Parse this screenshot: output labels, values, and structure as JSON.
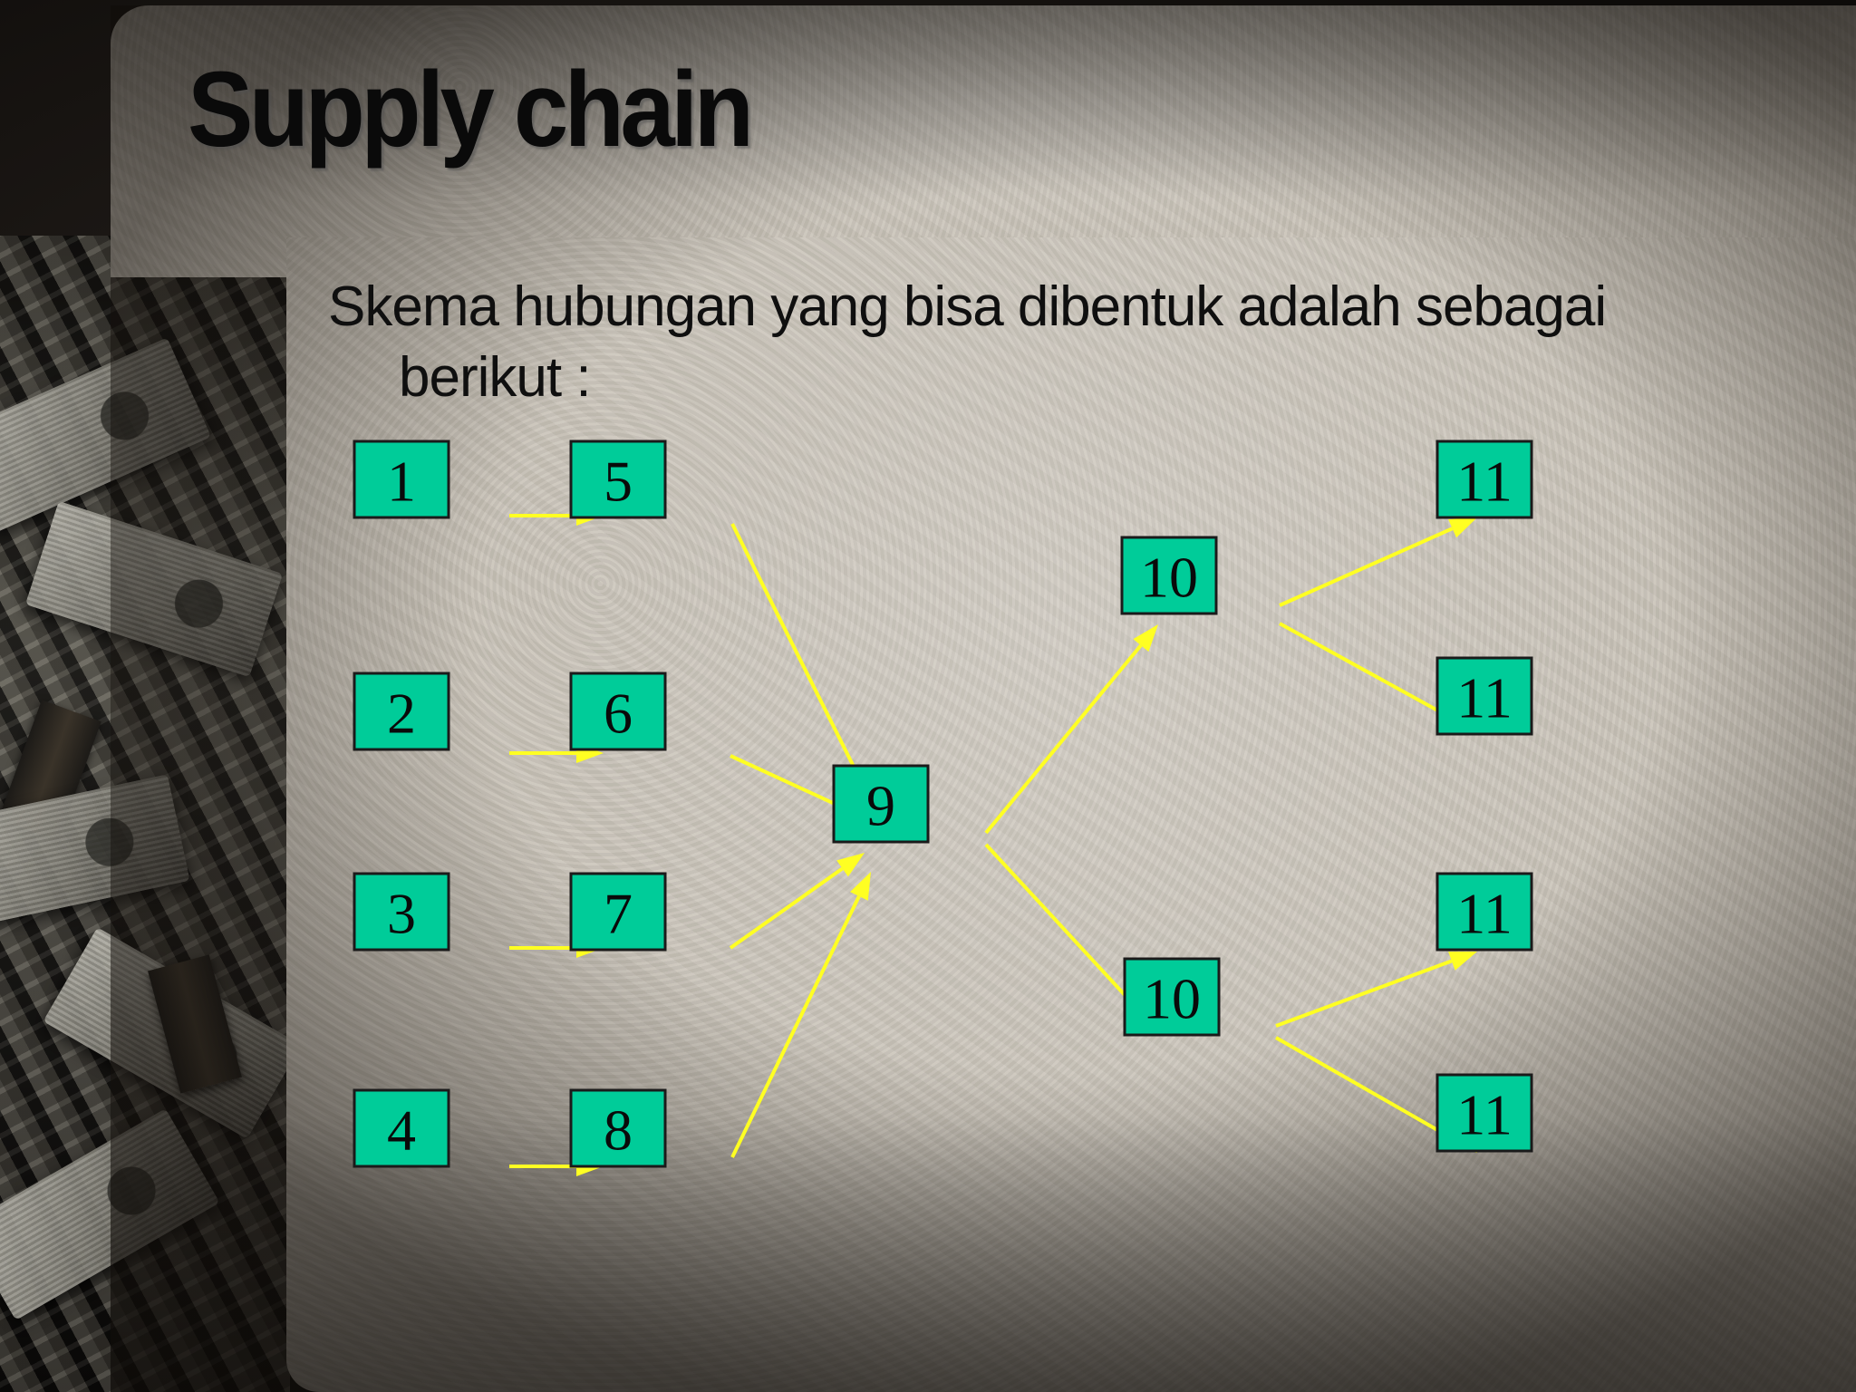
{
  "slide": {
    "title": "Supply chain",
    "intro": "Skema hubungan yang bisa dibentuk adalah sebagai berikut :"
  },
  "colors": {
    "node_fill": "#00cc99",
    "arrow": "#ffff22",
    "title": "#0a0a0a"
  },
  "diagram": {
    "nodes": [
      {
        "id": "n1",
        "label": "1"
      },
      {
        "id": "n2",
        "label": "2"
      },
      {
        "id": "n3",
        "label": "3"
      },
      {
        "id": "n4",
        "label": "4"
      },
      {
        "id": "n5",
        "label": "5"
      },
      {
        "id": "n6",
        "label": "6"
      },
      {
        "id": "n7",
        "label": "7"
      },
      {
        "id": "n8",
        "label": "8"
      },
      {
        "id": "n9",
        "label": "9"
      },
      {
        "id": "n10a",
        "label": "10"
      },
      {
        "id": "n10b",
        "label": "10"
      },
      {
        "id": "n11a",
        "label": "11"
      },
      {
        "id": "n11b",
        "label": "11"
      },
      {
        "id": "n11c",
        "label": "11"
      },
      {
        "id": "n11d",
        "label": "11"
      }
    ],
    "edges": [
      {
        "from": "n1",
        "to": "n5"
      },
      {
        "from": "n2",
        "to": "n6"
      },
      {
        "from": "n3",
        "to": "n7"
      },
      {
        "from": "n4",
        "to": "n8"
      },
      {
        "from": "n5",
        "to": "n9"
      },
      {
        "from": "n6",
        "to": "n9"
      },
      {
        "from": "n7",
        "to": "n9"
      },
      {
        "from": "n8",
        "to": "n9"
      },
      {
        "from": "n9",
        "to": "n10a"
      },
      {
        "from": "n9",
        "to": "n10b"
      },
      {
        "from": "n10a",
        "to": "n11a"
      },
      {
        "from": "n10a",
        "to": "n11b"
      },
      {
        "from": "n10b",
        "to": "n11c"
      },
      {
        "from": "n10b",
        "to": "n11d"
      }
    ]
  }
}
